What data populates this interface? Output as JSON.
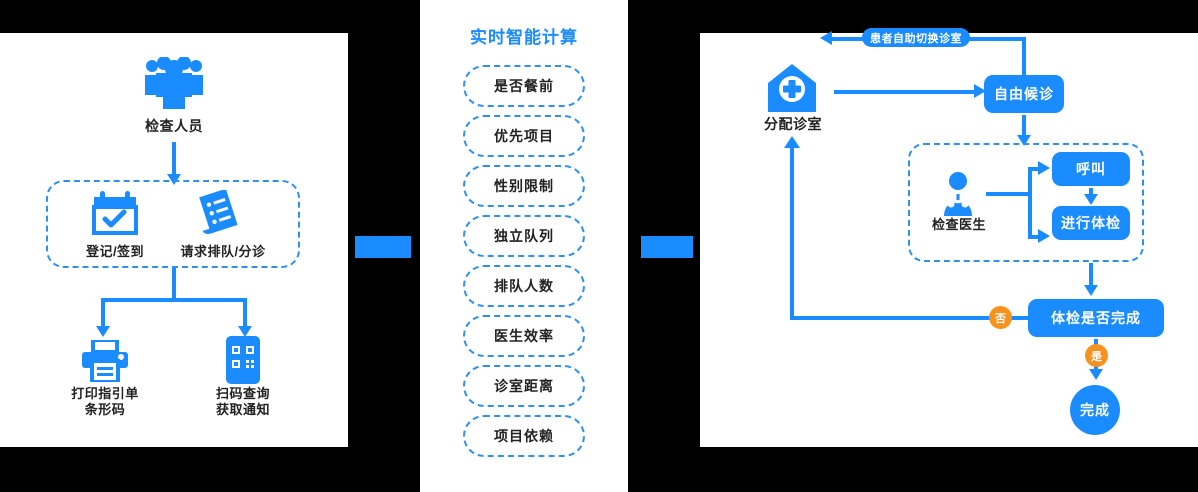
{
  "theme": {
    "accent_blue": "#1a8cff",
    "dash_blue": "#2f90f0",
    "badge_orange": "#f7921e",
    "panel_bg": "#ffffff",
    "page_bg": "#000000",
    "text_dark": "#222222"
  },
  "left_panel": {
    "people": {
      "label": "检查人员",
      "icon": "people-group-icon"
    },
    "group": {
      "items": [
        {
          "label": "登记/签到",
          "icon": "calendar-check-icon"
        },
        {
          "label": "请求排队/分诊",
          "icon": "clipboard-list-icon"
        }
      ]
    },
    "outputs": [
      {
        "label": "打印指引单\n条形码",
        "icon": "printer-icon"
      },
      {
        "label": "扫码查询\n获取通知",
        "icon": "phone-qr-icon"
      }
    ]
  },
  "middle_panel": {
    "title": "实时智能计算",
    "factors": [
      "是否餐前",
      "优先项目",
      "性别限制",
      "独立队列",
      "排队人数",
      "医生效率",
      "诊室距离",
      "项目依赖"
    ]
  },
  "right_panel": {
    "hospital": {
      "label": "分配诊室",
      "icon": "hospital-cross-icon"
    },
    "switch_label": "患者自助切换诊室",
    "node_free_wait": "自由候诊",
    "doctor": {
      "label": "检查医生",
      "icon": "doctor-icon"
    },
    "node_call": "呼叫",
    "node_exam": "进行体检",
    "node_decision": "体检是否完成",
    "badge_no": "否",
    "badge_yes": "是",
    "node_finish": "完成"
  }
}
